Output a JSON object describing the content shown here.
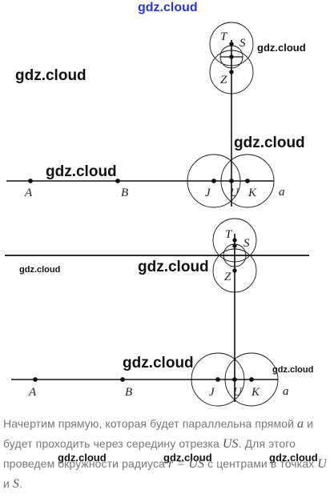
{
  "watermarks": {
    "top": "gdz.cloud",
    "w1": "gdz.cloud",
    "w2": "gdz.cloud",
    "w3": "gdz.cloud",
    "w4": "gdz.cloud",
    "w5": "gdz.cloud",
    "w6": "gdz.cloud",
    "w7": "gdz.cloud",
    "w8": "gdz.cloud",
    "w9": "gdz.cloud",
    "w10": "gdz.cloud",
    "w11": "gdz.cloud"
  },
  "figure1": {
    "labels": {
      "A": "A",
      "B": "B",
      "J": "J",
      "U": "U",
      "K": "K",
      "a": "a",
      "T": "T",
      "S": "S",
      "Z": "Z"
    }
  },
  "figure2": {
    "labels": {
      "A": "A",
      "B": "B",
      "J": "J",
      "U": "U",
      "K": "K",
      "a": "a",
      "T": "T",
      "S": "S",
      "Z": "Z"
    }
  },
  "text": {
    "p1": "Начертим прямую, которая будет параллельна прямой",
    "m_a": "a",
    "p2": " и будет проходить через середину отрезка ",
    "m_US": "US",
    "p3": ". Для этого проведем окружности радиуса ",
    "m_r": "r = US",
    "p4": " с центрами в точках ",
    "m_U": "U",
    "p5": " и ",
    "m_S": "S",
    "p6": "."
  }
}
